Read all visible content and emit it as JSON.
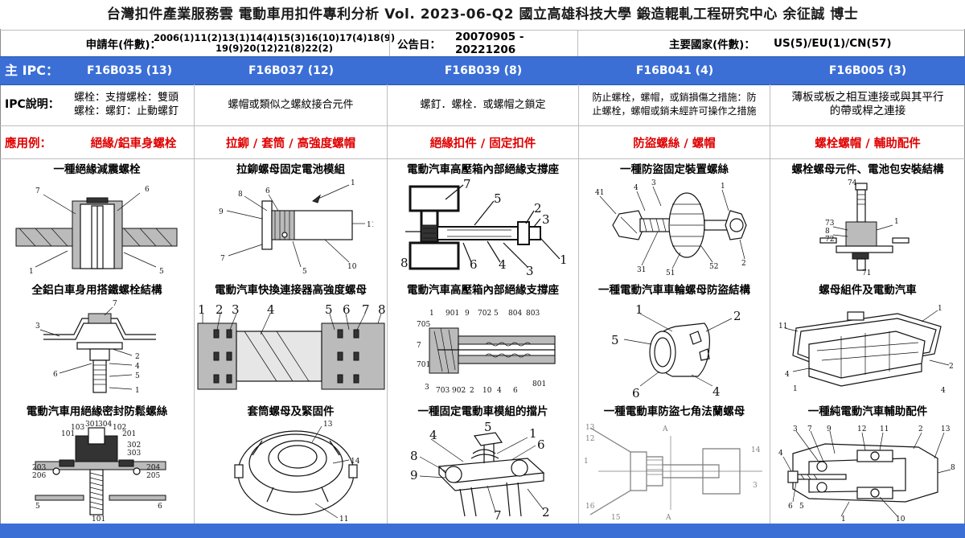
{
  "header": {
    "title": "台灣扣件產業服務雲  電動車用扣件專利分析  Vol. 2023-06-Q2  國立高雄科技大學  鍛造輥軋工程研究中心   余征誠 博士"
  },
  "info": {
    "years_label": "申請年(件數)：",
    "years_line1": "2006(1)11(2)13(1)14(4)15(3)16(10)17(4)18(9)",
    "years_line2": "19(9)20(12)21(8)22(2)",
    "pub_label": "公告日：",
    "pub_value": "20070905 - 20221206",
    "country_label": "主要國家(件數)：",
    "country_value": "US(5)/EU(1)/CN(57)"
  },
  "ipc": {
    "label": "主 IPC：",
    "codes": [
      "F16B035 (13)",
      "F16B037 (12)",
      "F16B039 (8)",
      "F16B041 (4)",
      "F16B005 (3)"
    ]
  },
  "desc": {
    "label": "IPC說明：",
    "col0_line1": "螺栓：支撐螺栓：雙頭",
    "col0_line2": "螺栓：螺釘：止動螺釘",
    "col1": "螺帽或類似之螺紋接合元件",
    "col2": "螺釘．螺栓．或螺帽之鎖定",
    "col3_line1": "防止螺栓，螺帽，或銷損傷之措施：防",
    "col3_line2": "止螺栓，螺帽或銷未經許可操作之措施",
    "col4_line1": "薄板或板之相互連接或與其平行",
    "col4_line2": "的帶或桿之連接"
  },
  "applications": {
    "label": "應用例：",
    "items": [
      "絕緣/鋁車身螺栓",
      "拉鉚 / 套筒 / 高強度螺帽",
      "絕緣扣件 / 固定扣件",
      "防盜螺絲 / 螺帽",
      "螺栓螺帽 / 輔助配件"
    ]
  },
  "figures": {
    "rows": [
      [
        "一種絕緣減震螺栓",
        "拉鉚螺母固定電池模組",
        "電動汽車高壓箱內部絕緣支撐座",
        "一種防盜固定裝置螺絲",
        "螺栓螺母元件、電池包安裝結構"
      ],
      [
        "全鋁白車身用搭鐵螺栓結構",
        "電動汽車快換連接器高強度螺母",
        "電動汽車高壓箱內部絕緣支撐座",
        "一種電動汽車車輪螺母防盜結構",
        "螺母組件及電動汽車"
      ],
      [
        "電動汽車用絕緣密封防鬆螺絲",
        "套筒螺母及緊固件",
        "一種固定電動車模組的擋片",
        "一種電動車防盜七角法蘭螺母",
        "一種純電動汽車輔助配件"
      ]
    ]
  },
  "colors": {
    "accent_bar": "#3b6fd6",
    "application_text": "#e00000"
  },
  "icons": {
    "figures": "patent-drawing-icon"
  }
}
